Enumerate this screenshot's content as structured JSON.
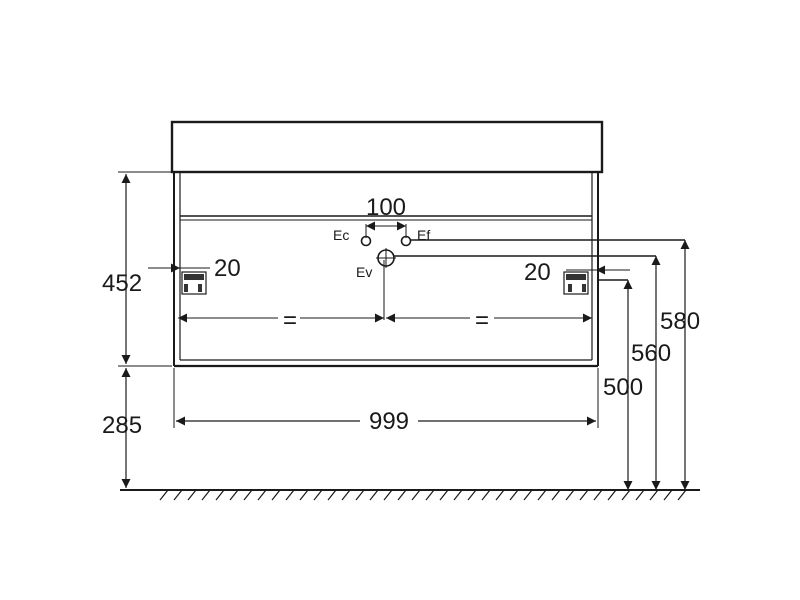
{
  "dimensions": {
    "top_spacing": "100",
    "handle_offset_left": "20",
    "handle_offset_right": "20",
    "body_height": "452",
    "floor_clearance": "285",
    "total_width": "999",
    "equal_left": "=",
    "equal_right": "=",
    "height_500": "500",
    "height_560": "560",
    "height_580": "580"
  },
  "connections": {
    "cold_supply": "Ec",
    "hot_supply": "Ef",
    "drain": "Ev"
  }
}
